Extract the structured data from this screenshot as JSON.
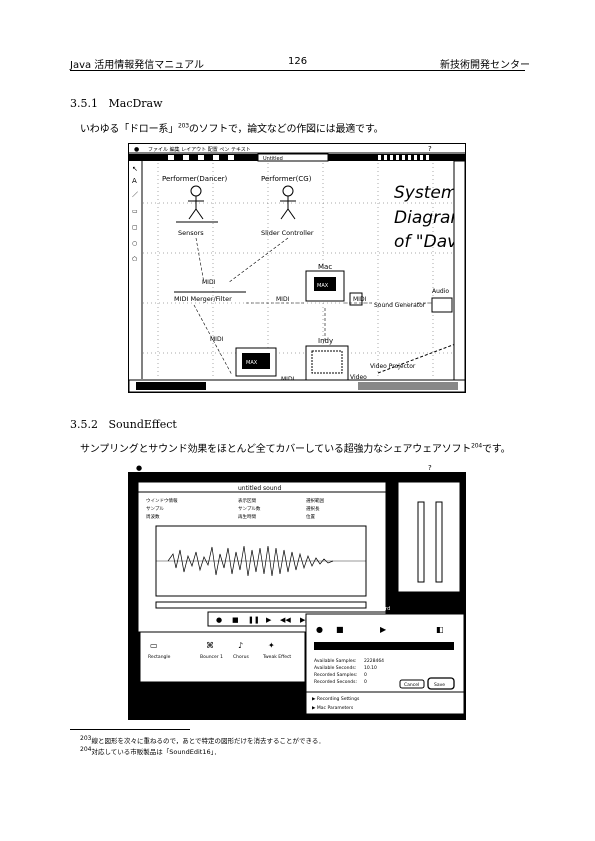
{
  "header": {
    "left": "Java 活用情報発信マニュアル",
    "center": "126",
    "right": "新技術開発センター"
  },
  "section1": {
    "number": "3.5.1",
    "title": "MacDraw",
    "text_before": "いわゆる「ドロー系」",
    "footnote_ref": "203",
    "text_after": "のソフトで，論文などの作図には最適です。",
    "screenshot": {
      "menu_title": "Untitled",
      "nodes": {
        "performer_dancer": "Performer(Dancer)",
        "performer_cg": "Performer(CG)",
        "sensors": "Sensors",
        "slider_controller": "Slider Controller",
        "mac": "Mac",
        "max_box": "MAX",
        "midi_merger": "MIDI Merger/Filter",
        "sound_generator": "Sound Generator",
        "audio": "Audio",
        "indy": "Indy",
        "max_box2": "MAX",
        "video": "Video",
        "video_projector": "Video Projector",
        "midi1": "MIDI",
        "midi2": "MIDI",
        "midi3": "MIDI",
        "midi4": "MIDI",
        "midi5": "MIDI"
      },
      "big_text": [
        "System",
        "Diagram",
        "of \"Dav"
      ]
    }
  },
  "section2": {
    "number": "3.5.2",
    "title": "SoundEffect",
    "text_before": "サンプリングとサウンド効果をほとんど全てカバーしている超強力なシェアウェアソフト",
    "footnote_ref": "204",
    "text_after": "です。",
    "screenshot": {
      "window_title": "untitled sound",
      "record_label": "Record",
      "readouts": [
        "Available Samples:",
        "Available Seconds:",
        "Recorded Samples:",
        "Recorded Seconds:"
      ],
      "values": [
        "2228464",
        "10.10",
        "0",
        "0"
      ],
      "cancel": "Cancel",
      "save": "Save",
      "options": [
        "Recording Settings",
        "Mac Parameters"
      ],
      "tool_labels": [
        "Rectangle",
        "Bouncer 1",
        "Chorus",
        "Tweak Effect"
      ]
    }
  },
  "footnotes": [
    {
      "num": "203",
      "text": "線と図形を次々に重ねるので，あとで特定の図形だけを消去することができる．"
    },
    {
      "num": "204",
      "text": "対応している市販製品は「SoundEdit16」．"
    }
  ]
}
